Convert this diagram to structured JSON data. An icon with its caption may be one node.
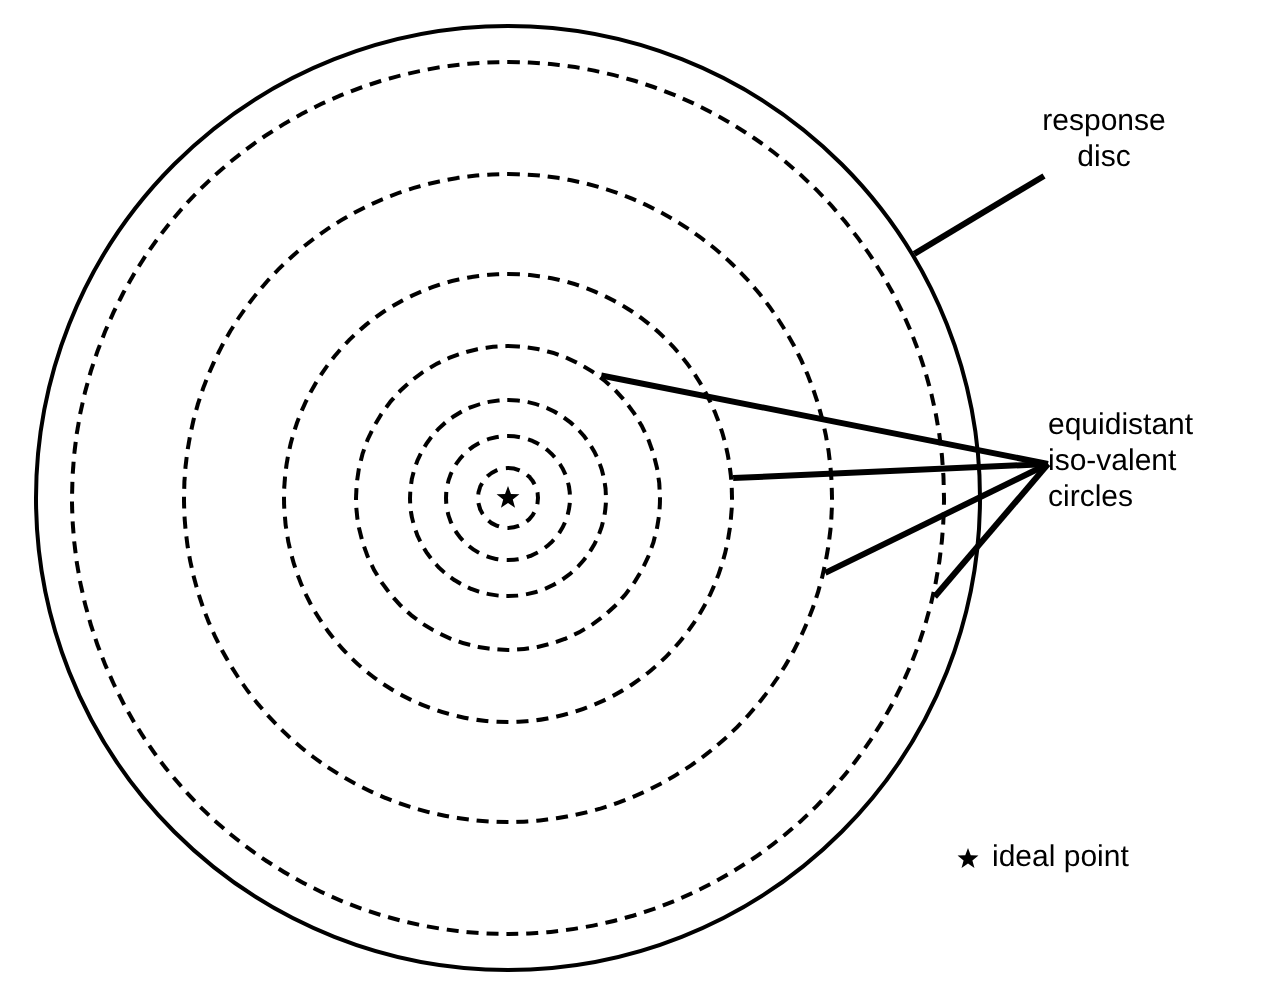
{
  "diagram": {
    "nodes": [
      {
        "text": [
          "response disc"
        ]
      },
      {
        "text": [],
        "shape": "circle"
      },
      {
        "text": [
          "equidistant iso-valent circles"
        ]
      },
      {
        "text": [],
        "shape": "circle",
        "in": 1
      },
      {
        "text": [],
        "shape": "circle",
        "in": 3
      },
      {
        "text": [],
        "shape": "circle",
        "in": 4
      },
      {
        "text": [],
        "shape": "circle",
        "in": 5
      },
      {
        "text": [],
        "shape": "circle",
        "in": 6
      },
      {
        "text": [],
        "shape": "circle",
        "in": 7
      },
      {
        "text": [],
        "shape": "circle",
        "in": 8
      }
    ],
    "edges": [
      {
        "from": 0,
        "to": 1,
        "arrow": "none"
      },
      {
        "from": 2,
        "to": 6,
        "arrow": "none"
      },
      {
        "from": 2,
        "to": 5,
        "arrow": "none"
      },
      {
        "from": 2,
        "to": 4,
        "arrow": "none"
      },
      {
        "from": 2,
        "to": 3,
        "arrow": "none"
      }
    ],
    "legend": [
      {
        "text": "ideal point"
      }
    ]
  }
}
